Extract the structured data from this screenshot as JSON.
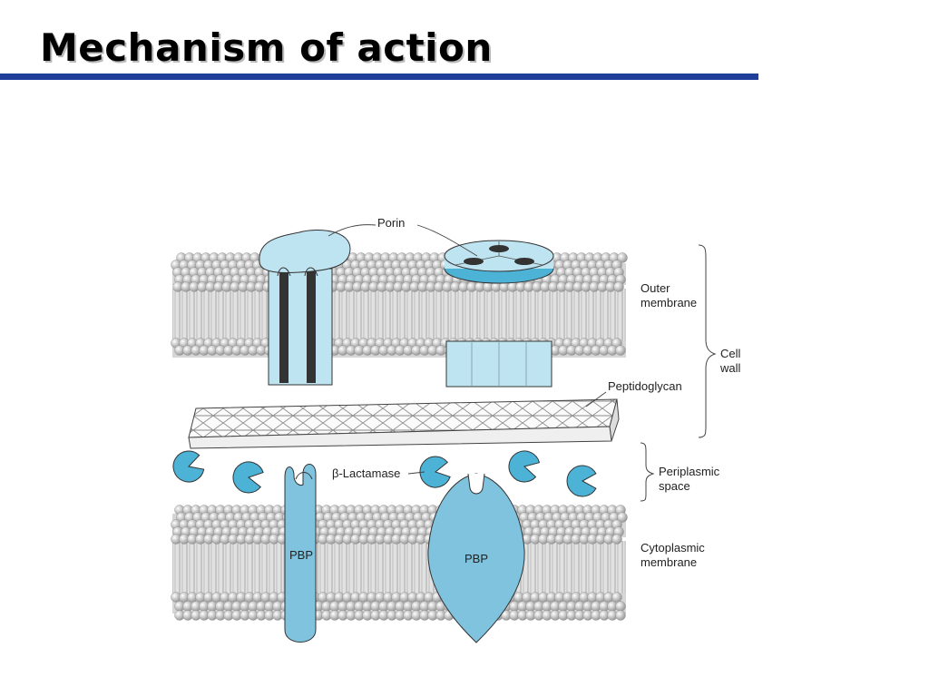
{
  "slide": {
    "title": "Mechanism of action",
    "accent_color": "#1f3f9b"
  },
  "diagram": {
    "labels": {
      "porin": "Porin",
      "outer_membrane": [
        "Outer",
        "membrane"
      ],
      "cell_wall": [
        "Cell",
        "wall"
      ],
      "peptidoglycan": "Peptidoglycan",
      "beta_lactamase": "β-Lactamase",
      "periplasmic_space": [
        "Periplasmic",
        "space"
      ],
      "cytoplasmic_membrane": [
        "Cytoplasmic",
        "membrane"
      ],
      "pbp_left": "PBP",
      "pbp_right": "PBP"
    },
    "colors": {
      "protein": "#7fc3df",
      "protein_light": "#bfe4f1",
      "enzyme": "#4db3d6",
      "lipid": "#cfcfcf"
    }
  }
}
